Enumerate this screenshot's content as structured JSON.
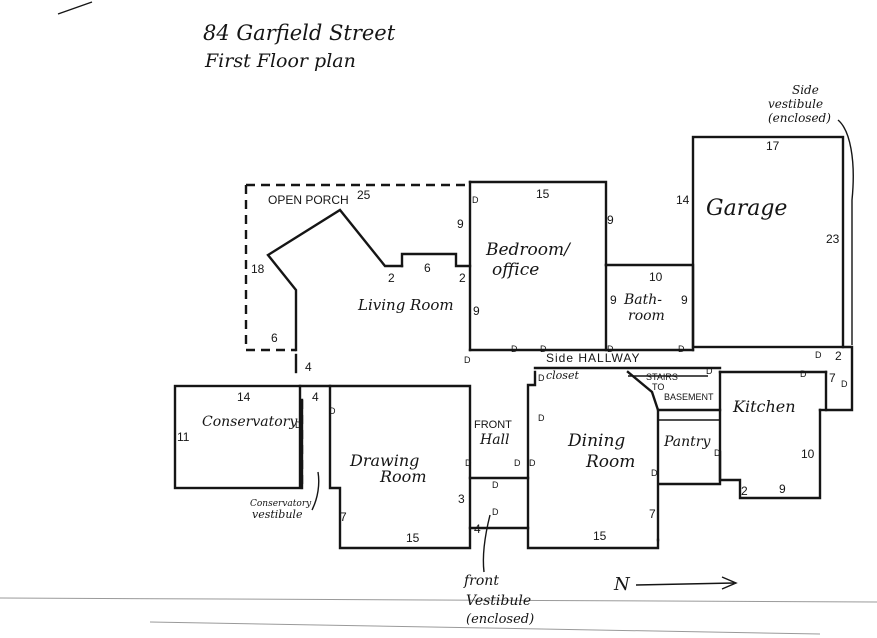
{
  "title": {
    "line1": "84 Garfield Street",
    "line2": "First Floor plan"
  },
  "rooms": {
    "open_porch": "OPEN PORCH",
    "living_room": "Living Room",
    "bedroom_line1": "Bedroom/",
    "bedroom_line2": "office",
    "bathroom_line1": "Bath-",
    "bathroom_line2": "room",
    "garage": "Garage",
    "side_vestibule_line1": "Side",
    "side_vestibule_line2": "vestibule",
    "side_vestibule_line3": "(enclosed)",
    "side_hallway": "Side HALLWAY",
    "closet": "closet",
    "stairs_line1": "STAIRS",
    "stairs_line2": "TO",
    "stairs_line3": "BASEMENT",
    "kitchen": "Kitchen",
    "conservatory": "Conservatory",
    "conservatory_vestibule_line1": "Conservatory",
    "conservatory_vestibule_line2": "vestibule",
    "drawing_room_line1": "Drawing",
    "drawing_room_line2": "Room",
    "front_hall_line1": "FRONT",
    "front_hall_line2": "Hall",
    "dining_room_line1": "Dining",
    "dining_room_line2": "Room",
    "pantry": "Pantry",
    "front_vestibule_line1": "front",
    "front_vestibule_line2": "Vestibule",
    "front_vestibule_line3": "(enclosed)"
  },
  "door_marker": "D",
  "north": "N",
  "dimensions": {
    "porch_top": "25",
    "porch_left": "18",
    "porch_bottom": "6",
    "living_2a": "2",
    "living_6": "6",
    "living_2b": "2",
    "living_9": "9",
    "bed_top": "15",
    "bed_left": "9",
    "bed_right": "9",
    "bath_top": "10",
    "bath_left": "9",
    "bath_right": "9",
    "garage_top": "17",
    "garage_left": "14",
    "garage_right": "23",
    "hall_2": "2",
    "kitchen_7": "7",
    "kitchen_right": "10",
    "kitchen_bottom": "9",
    "kitchen_2": "2",
    "conservatory_top": "14",
    "conservatory_left": "11",
    "cons_vest_top": "4",
    "cons_vest_4": "4",
    "drawing_left": "7",
    "drawing_bottom": "15",
    "front_vest_3": "3",
    "front_vest_4": "4",
    "dining_bottom": "15",
    "dining_right": "7"
  }
}
